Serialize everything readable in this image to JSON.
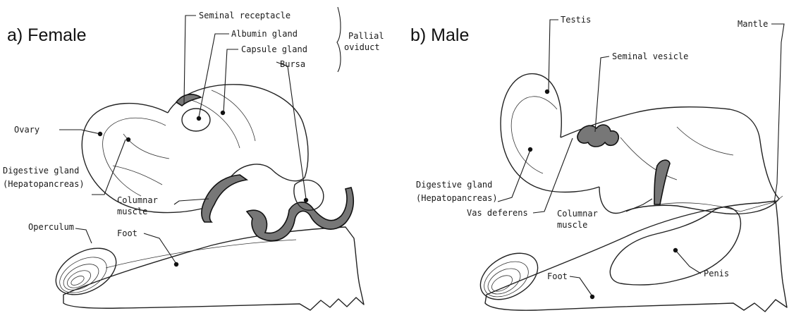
{
  "panels": {
    "female": {
      "title": "a) Female",
      "labels": {
        "seminal_receptacle": "Seminal receptacle",
        "albumin_gland": "Albumin gland",
        "capsule_gland": "Capsule gland",
        "bursa": "Bursa",
        "pallial_oviduct_1": "Pallial",
        "pallial_oviduct_2": "oviduct",
        "ovary": "Ovary",
        "digestive_gland_1": "Digestive gland",
        "digestive_gland_2": "(Hepatopancreas)",
        "columnar_muscle_1": "Columnar",
        "columnar_muscle_2": "muscle",
        "operculum": "Operculum",
        "foot": "Foot"
      }
    },
    "male": {
      "title": "b) Male",
      "labels": {
        "testis": "Testis",
        "seminal_vesicle": "Seminal vesicle",
        "mantle": "Mantle",
        "digestive_gland_1": "Digestive gland",
        "digestive_gland_2": "(Hepatopancreas)",
        "vas_deferens": "Vas deferens",
        "columnar_muscle_1": "Columnar",
        "columnar_muscle_2": "muscle",
        "foot": "Foot",
        "penis": "Penis"
      }
    }
  }
}
